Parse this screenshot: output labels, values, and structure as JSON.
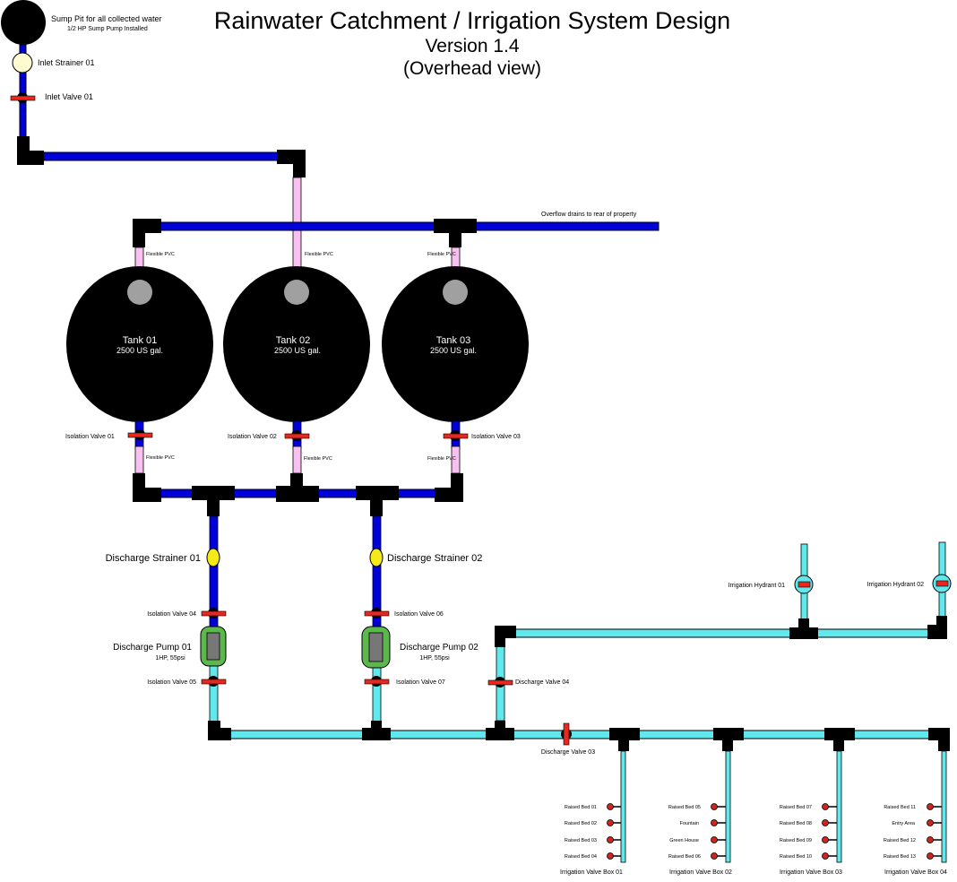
{
  "title": {
    "main": "Rainwater Catchment / Irrigation System Design",
    "version": "Version 1.4",
    "view": "(Overhead view)"
  },
  "sump": {
    "name": "Sump Pit for all collected water",
    "note": "1/2 HP Sump Pump Installed"
  },
  "inlet": {
    "strainer": "Inlet Strainer 01",
    "valve": "Inlet Valve 01"
  },
  "overflow_label": "Overflow drains to rear of property",
  "flexible_pvc": "Flexible PVC",
  "tanks": [
    {
      "name": "Tank 01",
      "capacity": "2500 US gal."
    },
    {
      "name": "Tank 02",
      "capacity": "2500 US gal."
    },
    {
      "name": "Tank 03",
      "capacity": "2500 US gal."
    }
  ],
  "isolation_valves": {
    "v01": "Isolation Valve 01",
    "v02": "Isolation Valve 02",
    "v03": "Isolation Valve 03",
    "v04": "Isolation Valve 04",
    "v05": "Isolation Valve 05",
    "v06": "Isolation Valve 06",
    "v07": "Isolation Valve 07"
  },
  "discharge_strainers": [
    "Discharge Strainer 01",
    "Discharge Strainer 02"
  ],
  "pumps": [
    {
      "name": "Discharge Pump 01",
      "spec": "1HP, 55psi"
    },
    {
      "name": "Discharge Pump 02",
      "spec": "1HP, 55psi"
    }
  ],
  "discharge_valves": {
    "v03": "Discharge Valve 03",
    "v04": "Discharge Valve 04"
  },
  "hydrants": [
    "Irrigation Hydrant 01",
    "Irrigation Hydrant 02"
  ],
  "valve_boxes": [
    {
      "name": "Irrigation Valve Box 01",
      "outlets": [
        "Raised Bed 01",
        "Raised Bed 02",
        "Raised Bed 03",
        "Raised Bed 04"
      ]
    },
    {
      "name": "Irrigation Valve Box 02",
      "outlets": [
        "Raised Bed 05",
        "Fountain",
        "Green House",
        "Raised Bed 06"
      ]
    },
    {
      "name": "Irrigation Valve Box 03",
      "outlets": [
        "Raised Bed 07",
        "Raised Bed 08",
        "Raised Bed 09",
        "Raised Bed 10"
      ]
    },
    {
      "name": "Irrigation Valve Box 04",
      "outlets": [
        "Raised Bed 11",
        "Entry Area",
        "Raised Bed 12",
        "Raised Bed 13"
      ]
    }
  ],
  "colors": {
    "intake_pipe": "#0000dd",
    "flexible_pvc": "#f8c0f0",
    "pressure_pipe": "#60e8ec",
    "fitting": "#000000",
    "valve_handle": "#e8281e",
    "strainer": "#f4ea18",
    "inlet_strainer": "#fffbd0",
    "pump_body": "#5cb84c",
    "tank": "#000000",
    "tank_hatch": "#a0a0a0"
  }
}
